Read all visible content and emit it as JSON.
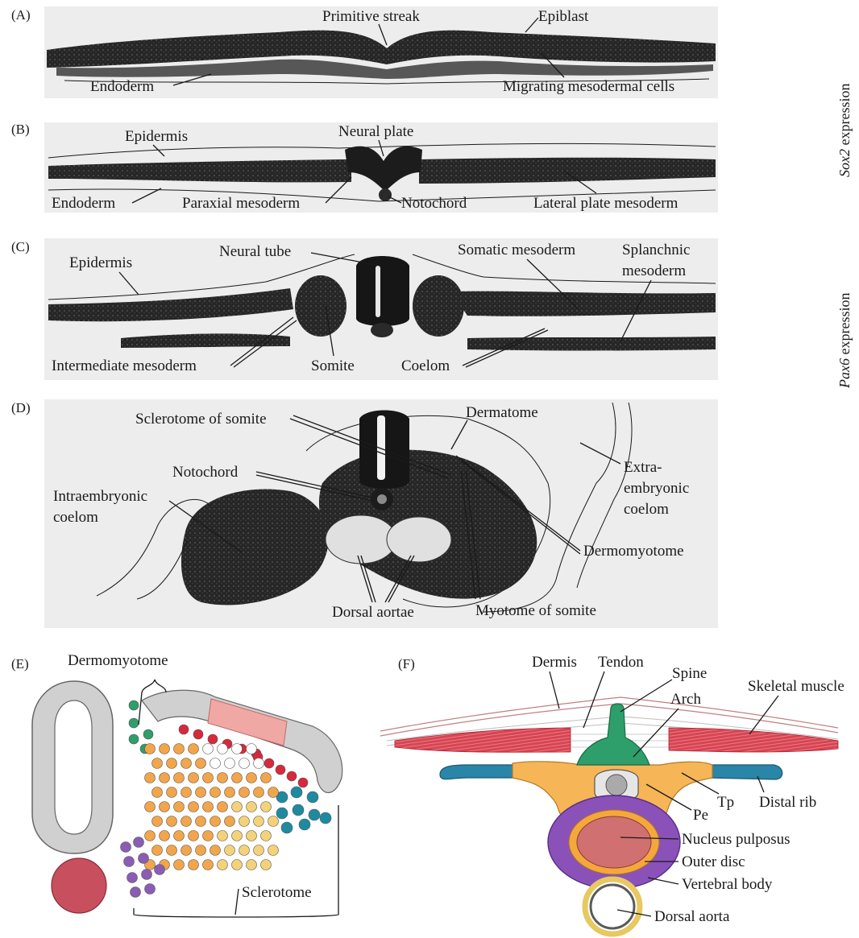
{
  "panels": {
    "a": {
      "tag": "(A)",
      "labels": {
        "primitive_streak": "Primitive streak",
        "epiblast": "Epiblast",
        "endoderm": "Endoderm",
        "migrating": "Migrating mesodermal cells"
      }
    },
    "b": {
      "tag": "(B)",
      "labels": {
        "epidermis": "Epidermis",
        "neural_plate": "Neural plate",
        "endoderm": "Endoderm",
        "paraxial": "Paraxial mesoderm",
        "notochord": "Notochord",
        "lateral": "Lateral plate mesoderm"
      }
    },
    "c": {
      "tag": "(C)",
      "labels": {
        "epidermis": "Epidermis",
        "neural_tube": "Neural tube",
        "somatic": "Somatic mesoderm",
        "splanchnic_1": "Splanchnic",
        "splanchnic_2": "mesoderm",
        "intermediate": "Intermediate mesoderm",
        "somite": "Somite",
        "coelom": "Coelom"
      }
    },
    "d": {
      "tag": "(D)",
      "labels": {
        "sclerotome": "Sclerotome of somite",
        "dermatome": "Dermatome",
        "notochord": "Notochord",
        "extra_1": "Extra-",
        "extra_2": "embryonic",
        "extra_3": "coelom",
        "intra_1": "Intraembryonic",
        "intra_2": "coelom",
        "dermomyotome": "Dermomyotome",
        "dorsal_aortae": "Dorsal aortae",
        "myotome": "Myotome of somite"
      }
    },
    "e": {
      "tag": "(E)",
      "labels": {
        "dermomyotome": "Dermomyotome",
        "sclerotome": "Sclerotome"
      }
    },
    "f": {
      "tag": "(F)",
      "labels": {
        "dermis": "Dermis",
        "tendon": "Tendon",
        "spine": "Spine",
        "arch": "Arch",
        "skeletal": "Skeletal muscle",
        "tp": "Tp",
        "distal_rib": "Distal rib",
        "pe": "Pe",
        "nucleus": "Nucleus pulposus",
        "outer_disc": "Outer disc",
        "vertebral_body": "Vertebral body",
        "dorsal_aorta": "Dorsal aorta"
      }
    }
  },
  "side_labels": {
    "sox2_gene": "Sox2",
    "sox2_rest": " expression",
    "pax6_gene": "Pax6",
    "pax6_rest": " expression"
  },
  "colors": {
    "tissue_dark": "#1c1c1c",
    "photo_bg": "#ececec",
    "neural_tube_gray": "#c9c9c9",
    "dermomyotome_green": "#2e9e6a",
    "myotome_pink": "#f0a8a4",
    "myotome_red": "#d8283c",
    "sclerotome_orange": "#f2a54a",
    "sclerotome_yellow": "#f4d27a",
    "syndetome_teal": "#1e8aa0",
    "sclerotome_purple": "#8a5cb4",
    "notochord_red": "#c8505e",
    "spine_green": "#2e9e6a",
    "arch_orange": "#f6b557",
    "rib_blue": "#2a86a8",
    "body_purple": "#8a52b8",
    "nucleus_red": "#d07070",
    "disc_orange": "#f4a83c",
    "aorta_ring": "#e8c860",
    "muscle_red": "#d84452"
  }
}
